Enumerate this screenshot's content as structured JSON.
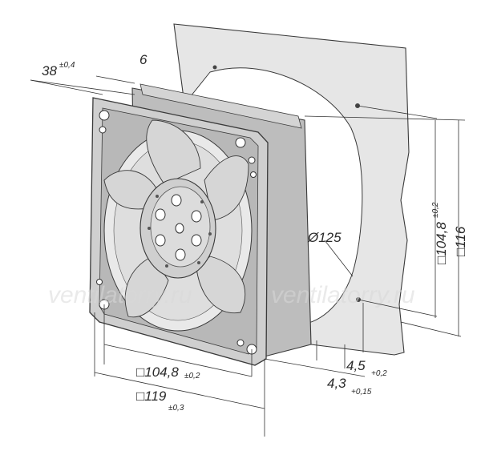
{
  "watermark": {
    "left": "ventilatorry.ru",
    "right": "ventilatorry.ru"
  },
  "dimensions": {
    "depth": {
      "value": "38",
      "tol": "±0,4"
    },
    "flange": {
      "value": "6"
    },
    "panel_hole": {
      "value": "Ø125"
    },
    "hole_spacing_vertical": {
      "value": "□104,8",
      "tol": "±0,2"
    },
    "height_total": {
      "value": "□116"
    },
    "hole_spacing_horizontal": {
      "value": "□104,8",
      "tol": "±0,2"
    },
    "frame_width": {
      "value": "□119",
      "tol": "±0,3"
    },
    "mount_hole_1": {
      "value": "4,5",
      "tol": "+0,2"
    },
    "mount_hole_2": {
      "value": "4,3",
      "tol": "+0,15"
    }
  },
  "colors": {
    "panel": "#e6e6e6",
    "fan_frame": "#c9c9c9",
    "blade": "#d8d8d8",
    "outline": "#3a3a3a"
  }
}
